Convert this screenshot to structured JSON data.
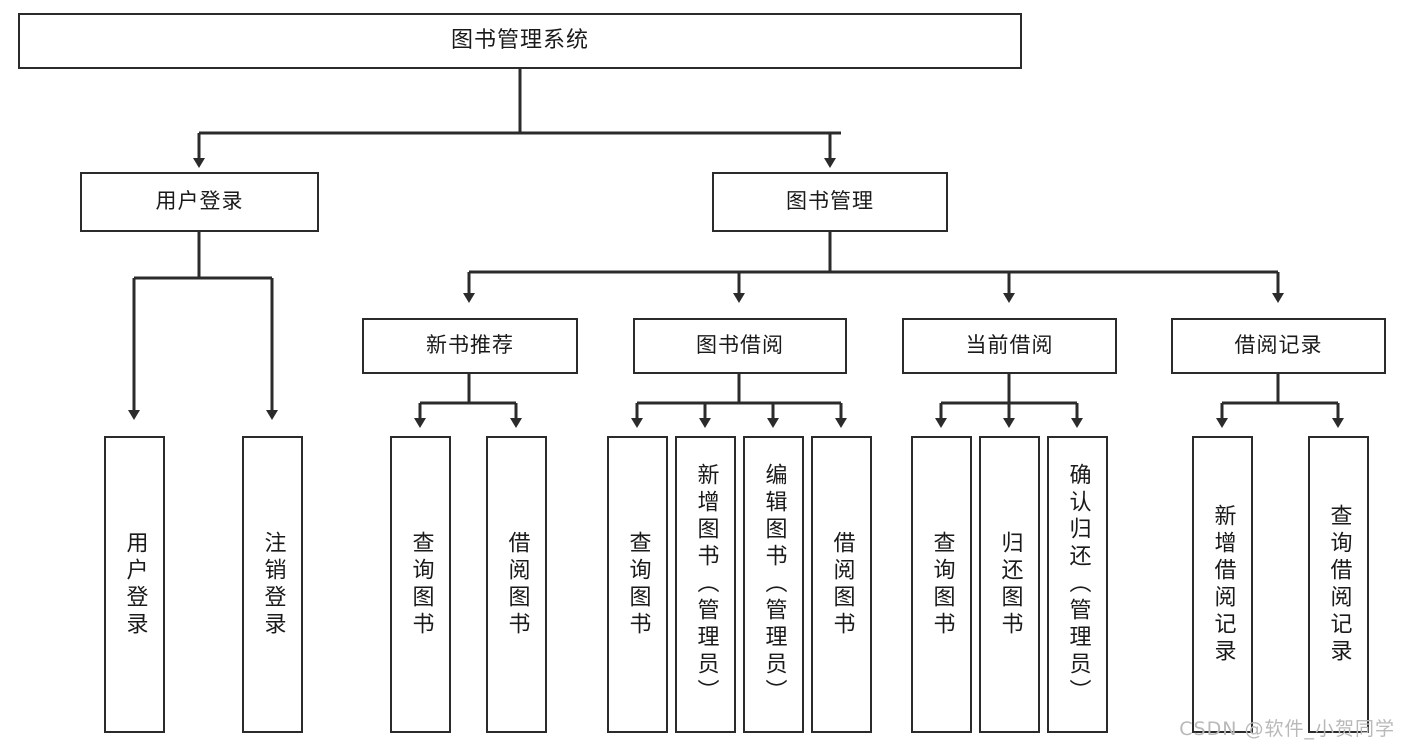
{
  "diagram": {
    "title": "图书管理系统",
    "type": "tree",
    "orientation": "top-down",
    "colors": {
      "node_border": "#2b2b2b",
      "node_fill": "#ffffff",
      "edge": "#2b2b2b",
      "text": "#1a1a1a",
      "watermark": "#b9b9b9",
      "background": "#ffffff"
    },
    "nodes": {
      "root": {
        "label": "图书管理系统"
      },
      "level2": [
        {
          "id": "user-login",
          "label": "用户登录"
        },
        {
          "id": "book-manage",
          "label": "图书管理"
        }
      ],
      "level3": [
        {
          "id": "new-book-recommend",
          "label": "新书推荐"
        },
        {
          "id": "book-borrow",
          "label": "图书借阅"
        },
        {
          "id": "current-borrow",
          "label": "当前借阅"
        },
        {
          "id": "borrow-record",
          "label": "借阅记录"
        }
      ],
      "leaves": [
        {
          "id": "leaf-user-login",
          "label": "用户登录",
          "parent": "user-login"
        },
        {
          "id": "leaf-user-logout",
          "label": "注销登录",
          "parent": "user-login"
        },
        {
          "id": "leaf-query-book-1",
          "label": "查询图书",
          "parent": "new-book-recommend"
        },
        {
          "id": "leaf-borrow-book-1",
          "label": "借阅图书",
          "parent": "new-book-recommend"
        },
        {
          "id": "leaf-query-book-2",
          "label": "查询图书",
          "parent": "book-borrow"
        },
        {
          "id": "leaf-add-book",
          "label": "新增图书（管理员）",
          "parent": "book-borrow"
        },
        {
          "id": "leaf-edit-book",
          "label": "编辑图书（管理员）",
          "parent": "book-borrow"
        },
        {
          "id": "leaf-borrow-book-2",
          "label": "借阅图书",
          "parent": "book-borrow"
        },
        {
          "id": "leaf-query-book-3",
          "label": "查询图书",
          "parent": "current-borrow"
        },
        {
          "id": "leaf-return-book",
          "label": "归还图书",
          "parent": "current-borrow"
        },
        {
          "id": "leaf-confirm-return",
          "label": "确认归还（管理员）",
          "parent": "current-borrow"
        },
        {
          "id": "leaf-add-record",
          "label": "新增借阅记录",
          "parent": "borrow-record"
        },
        {
          "id": "leaf-query-record",
          "label": "查询借阅记录",
          "parent": "borrow-record"
        }
      ]
    },
    "watermark": "CSDN @软件_小贺同学"
  }
}
